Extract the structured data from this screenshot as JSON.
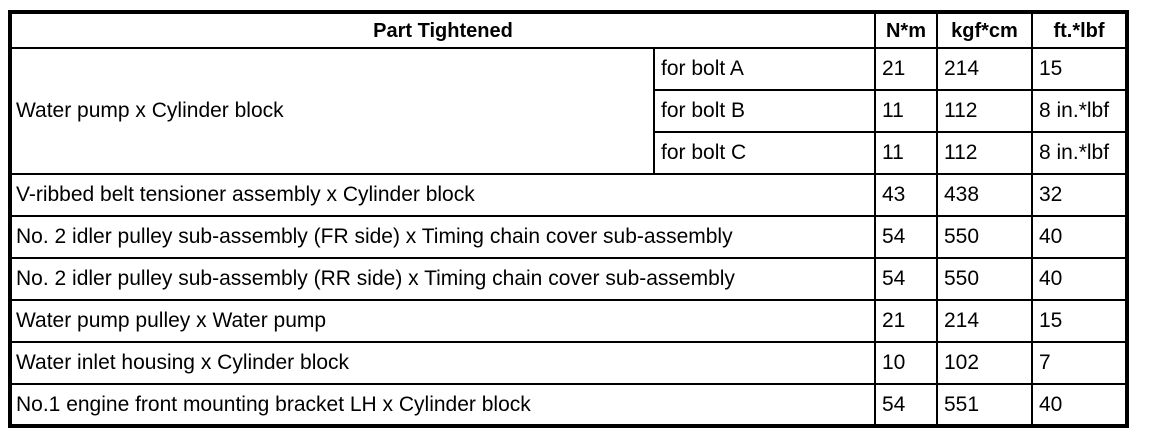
{
  "torque_table": {
    "header": {
      "part_tightened": "Part Tightened",
      "n_m": "N*m",
      "kgf_cm": "kgf*cm",
      "ft_lbf": "ft.*lbf"
    },
    "water_pump_group": {
      "part": "Water pump x Cylinder block",
      "variants": [
        {
          "label": "for bolt A",
          "n_m": "21",
          "kgf_cm": "214",
          "ft_lbf": "15"
        },
        {
          "label": "for bolt B",
          "n_m": "11",
          "kgf_cm": "112",
          "ft_lbf": "8 in.*lbf"
        },
        {
          "label": "for bolt C",
          "n_m": "11",
          "kgf_cm": "112",
          "ft_lbf": "8 in.*lbf"
        }
      ]
    },
    "rows": [
      {
        "part": "V-ribbed belt tensioner assembly x Cylinder block",
        "n_m": "43",
        "kgf_cm": "438",
        "ft_lbf": "32"
      },
      {
        "part": "No. 2 idler pulley sub-assembly (FR side) x Timing chain cover sub-assembly",
        "n_m": "54",
        "kgf_cm": "550",
        "ft_lbf": "40"
      },
      {
        "part": "No. 2 idler pulley sub-assembly (RR side) x Timing chain cover sub-assembly",
        "n_m": "54",
        "kgf_cm": "550",
        "ft_lbf": "40"
      },
      {
        "part": "Water pump pulley x Water pump",
        "n_m": "21",
        "kgf_cm": "214",
        "ft_lbf": "15"
      },
      {
        "part": "Water inlet housing x Cylinder block",
        "n_m": "10",
        "kgf_cm": "102",
        "ft_lbf": "7"
      },
      {
        "part": "No.1 engine front mounting bracket LH x Cylinder block",
        "n_m": "54",
        "kgf_cm": "551",
        "ft_lbf": "40"
      }
    ],
    "colors": {
      "border": "#000000",
      "background": "#ffffff",
      "text": "#000000"
    }
  }
}
